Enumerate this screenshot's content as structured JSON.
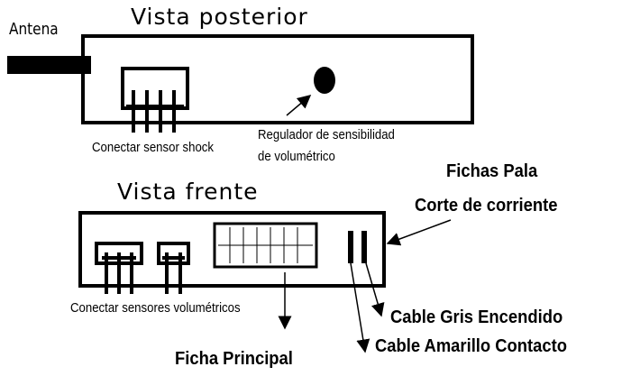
{
  "rear_view": {
    "title": "Vista posterior",
    "antenna_label": "Antena",
    "shock_label": "Conectar sensor shock",
    "regulator_label_line1": "Regulador de sensibilidad",
    "regulator_label_line2": "de volumétrico"
  },
  "front_view": {
    "title": "Vista frente",
    "volumetric_label": "Conectar sensores volumétricos",
    "spade_line1": "Fichas Pala",
    "spade_line2": "Corte de corriente",
    "main_connector_label": "Ficha Principal",
    "grey_cable_label": "Cable Gris Encendido",
    "yellow_cable_label": "Cable Amarillo Contacto"
  }
}
